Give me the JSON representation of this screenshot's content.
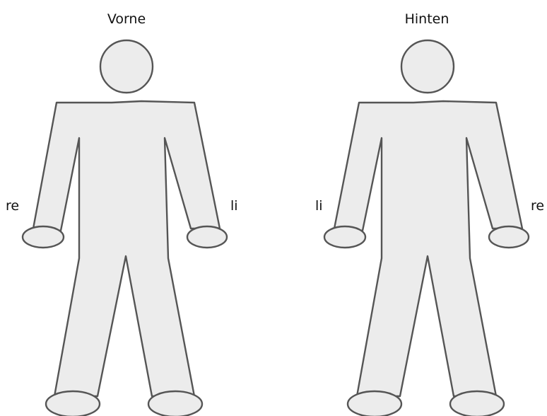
{
  "front": {
    "title": "Vorne",
    "left_side_label": "re",
    "right_side_label": "li"
  },
  "back": {
    "title": "Hinten",
    "left_side_label": "li",
    "right_side_label": "re"
  },
  "colors": {
    "body_fill": "#ececec",
    "body_outline": "#555555",
    "text": "#111111"
  }
}
